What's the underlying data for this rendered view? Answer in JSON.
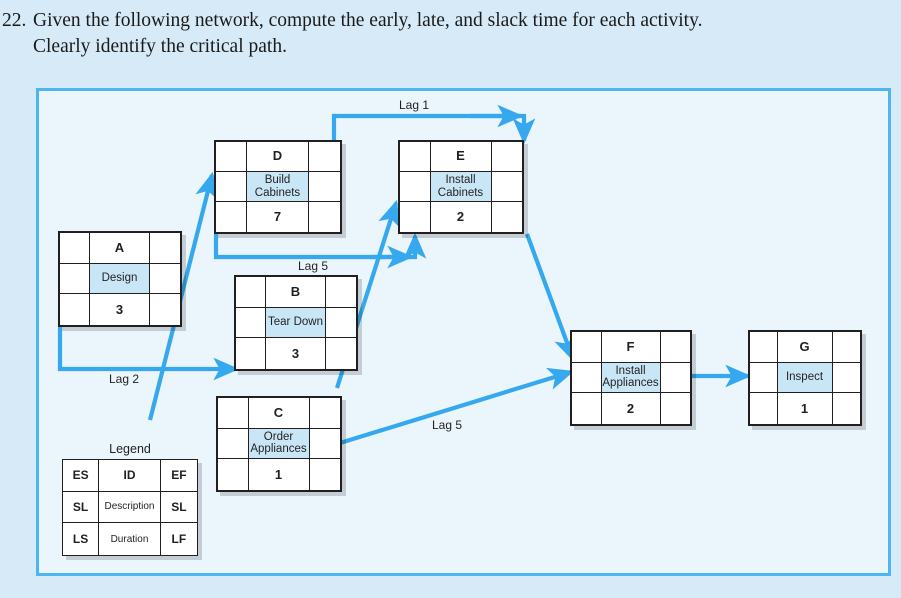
{
  "question": {
    "number": "22.",
    "line1": "Given the following network, compute the early, late, and slack time for each activity.",
    "line2": "Clearly identify the critical path."
  },
  "colors": {
    "page_background": "#d6eaf8",
    "panel_background": "#eaf5fc",
    "panel_border": "#4db5ef",
    "arrow": "#35a8ee",
    "node_border": "#231f20",
    "description_fill": "#c9e6f7"
  },
  "legend": {
    "title": "Legend",
    "cells": {
      "top_left": "ES",
      "top_center": "ID",
      "top_right": "EF",
      "mid_left": "SL",
      "mid_center": "Description",
      "mid_right": "SL",
      "bottom_left": "LS",
      "bottom_center": "Duration",
      "bottom_right": "LF"
    }
  },
  "nodes": [
    {
      "key": "A",
      "id": "A",
      "description": "Design",
      "duration": "3",
      "es": "",
      "ef": "",
      "sl_left": "",
      "sl_right": "",
      "ls": "",
      "lf": ""
    },
    {
      "key": "B",
      "id": "B",
      "description": "Tear Down",
      "duration": "3",
      "es": "",
      "ef": "",
      "sl_left": "",
      "sl_right": "",
      "ls": "",
      "lf": ""
    },
    {
      "key": "C",
      "id": "C",
      "description": "Order Appliances",
      "duration": "1",
      "es": "",
      "ef": "",
      "sl_left": "",
      "sl_right": "",
      "ls": "",
      "lf": ""
    },
    {
      "key": "D",
      "id": "D",
      "description": "Build Cabinets",
      "duration": "7",
      "es": "",
      "ef": "",
      "sl_left": "",
      "sl_right": "",
      "ls": "",
      "lf": ""
    },
    {
      "key": "E",
      "id": "E",
      "description": "Install Cabinets",
      "duration": "2",
      "es": "",
      "ef": "",
      "sl_left": "",
      "sl_right": "",
      "ls": "",
      "lf": ""
    },
    {
      "key": "F",
      "id": "F",
      "description": "Install Appliances",
      "duration": "2",
      "es": "",
      "ef": "",
      "sl_left": "",
      "sl_right": "",
      "ls": "",
      "lf": ""
    },
    {
      "key": "G",
      "id": "G",
      "description": "Inspect",
      "duration": "1",
      "es": "",
      "ef": "",
      "sl_left": "",
      "sl_right": "",
      "ls": "",
      "lf": ""
    }
  ],
  "lags": {
    "lag_d_to_e_top": "Lag 1",
    "lag_a_to_b": "Lag 2",
    "lag_d_to_e_bottom": "Lag 5",
    "lag_c_to_f": "Lag 5"
  }
}
